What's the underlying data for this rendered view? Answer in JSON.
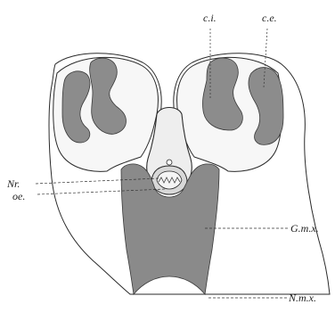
{
  "labels": {
    "ci": "c.i.",
    "ce": "c.e.",
    "nr": "Nr.",
    "oe": "oe.",
    "gmx": "G.m.x.",
    "nmx": "N.m.x."
  },
  "colors": {
    "background": "#ffffff",
    "outline": "#2a2a2a",
    "lobe_fill": "#f7f7f7",
    "cartilage_fill": "#8c8c8c",
    "mass_fill": "#8a8a8a",
    "canal_fill": "#eeeeee",
    "leader": "#333333"
  }
}
